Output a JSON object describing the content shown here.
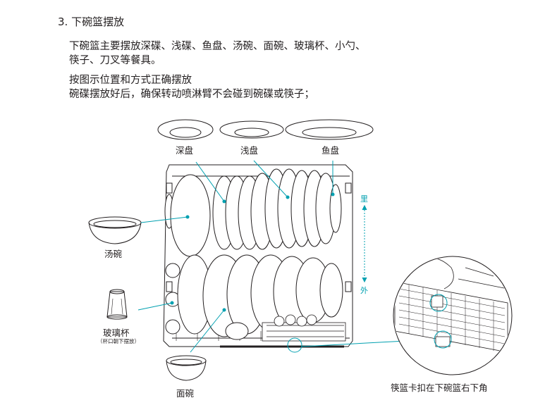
{
  "section_title": "3. 下碗篮摆放",
  "paragraph1": [
    "下碗篮主要摆放深碟、浅碟、鱼盘、汤碗、面碗、玻璃杯、小勺、",
    "筷子、刀叉等餐具。"
  ],
  "paragraph2": [
    "按图示位置和方式正确摆放",
    "碗碟摆放好后，确保转动喷淋臂不会碰到碗碟或筷子；"
  ],
  "labels": {
    "deep_plate": "深盘",
    "shallow_plate": "浅盘",
    "fish_plate": "鱼盘",
    "soup_bowl": "汤碗",
    "glass": "玻璃杯",
    "glass_note": "（杯口朝下摆放）",
    "noodle_bowl": "面碗",
    "inner": "里",
    "outer": "外",
    "chopstick_note": "筷篮卡扣在下碗篮右下角"
  },
  "colors": {
    "line": "#231f20",
    "accent": "#00a0b0"
  }
}
